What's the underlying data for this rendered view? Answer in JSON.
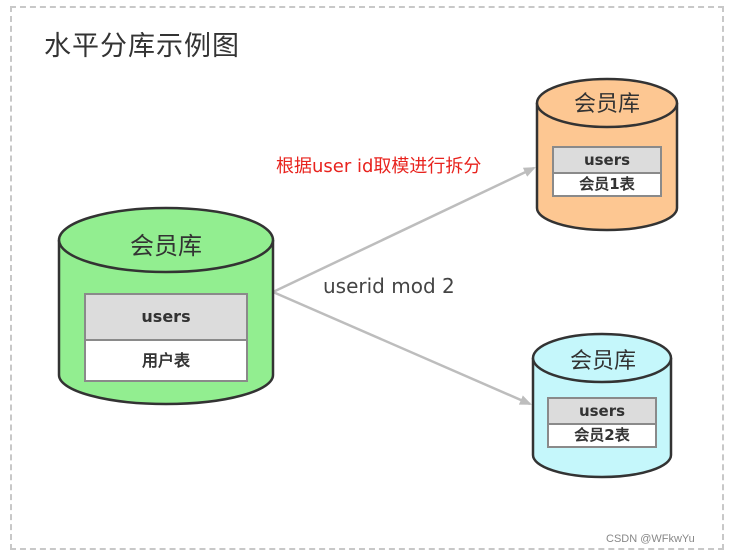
{
  "title": "水平分库示例图",
  "annotation": "根据user id取模进行拆分",
  "edge_label": "userid mod 2",
  "watermark": "CSDN @WFkwYu",
  "colors": {
    "source_db": "#92ee90",
    "shard1_db": "#fdc792",
    "shard2_db": "#c5f7fb",
    "annotation": "#e8231e",
    "arrow": "#bdbdbd"
  },
  "databases": {
    "source": {
      "name": "会员库",
      "table_header": "users",
      "table_name": "用户表"
    },
    "shard1": {
      "name": "会员库",
      "table_header": "users",
      "table_name": "会员1表"
    },
    "shard2": {
      "name": "会员库",
      "table_header": "users",
      "table_name": "会员2表"
    }
  }
}
